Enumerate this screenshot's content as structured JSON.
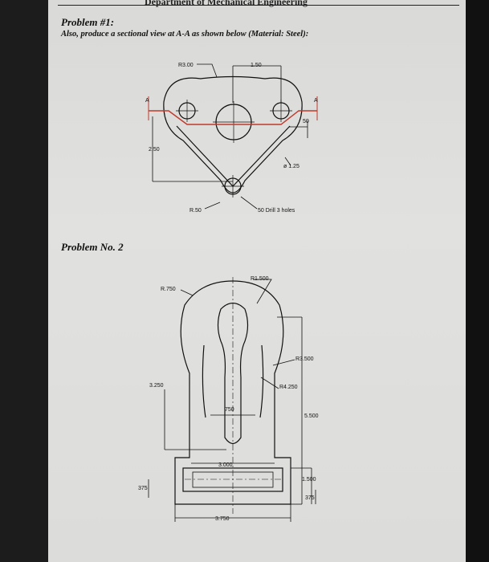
{
  "header": {
    "department": "Department of Mechanical Engineering"
  },
  "problem1": {
    "title": "Problem #1:",
    "subtitle": "Also, produce a sectional view at A-A as shown below (Material: Steel):",
    "dims": {
      "r300": "R3.00",
      "d150": "1.50",
      "a_left": "A",
      "a_right": "A",
      "d50": "50",
      "d250": "2.50",
      "dia125": "ø 1.25",
      "r50": "R.50",
      "drill": "50 Drill 3 holes"
    }
  },
  "problem2": {
    "title": "Problem No. 2",
    "dims": {
      "r1500": "R1.500",
      "r750": "R.750",
      "r3500": "R3.500",
      "r4250": "R4.250",
      "d3250": "3.250",
      "d750": "750",
      "d5500": "5.500",
      "d3000": "3.000",
      "d1500": "1.500",
      "d375_left": "375",
      "d375_right": "375",
      "d3750": "3.750"
    }
  },
  "colors": {
    "section_line": "#c0392b",
    "ink": "#111111"
  }
}
